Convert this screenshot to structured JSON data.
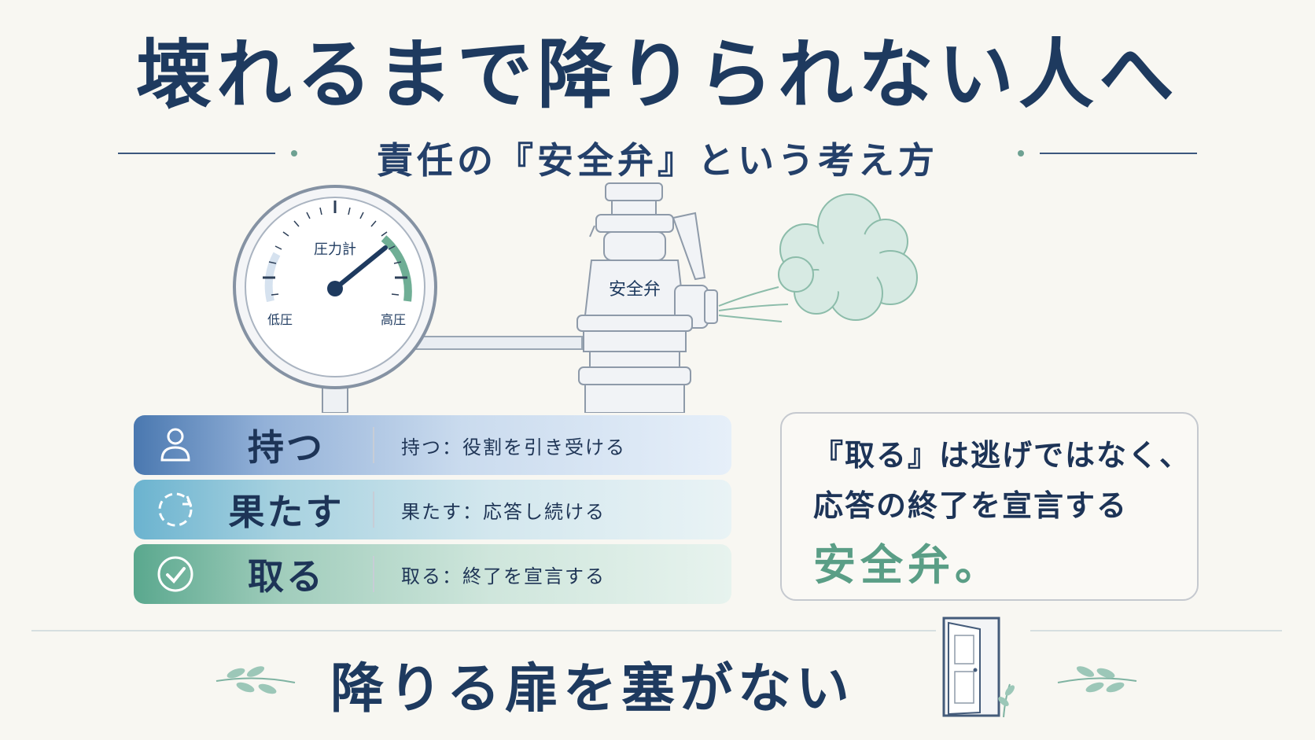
{
  "title": "壊れるまで降りられない人へ",
  "subtitle": "責任の『安全弁』という考え方",
  "gauge": {
    "title": "圧力計",
    "low": "低圧",
    "high": "高圧"
  },
  "valve_label": "安全弁",
  "rows": [
    {
      "icon": "person-icon",
      "word": "持つ",
      "desc": "持つ：役割を引き受ける"
    },
    {
      "icon": "cycle-icon",
      "word": "果たす",
      "desc": "果たす：応答し続ける"
    },
    {
      "icon": "check-circle-icon",
      "word": "取る",
      "desc": "取る：終了を宣言する"
    }
  ],
  "quote": {
    "line1": "『取る』は逃げではなく、",
    "line2": "応答の終了を宣言する",
    "line3": "安全弁。"
  },
  "bottom_title": "降りる扉を塞がない",
  "colors": {
    "navy": "#1e3a5f",
    "green": "#5a9e86",
    "blue": "#4a78b0",
    "teal": "#6bb3cf"
  }
}
